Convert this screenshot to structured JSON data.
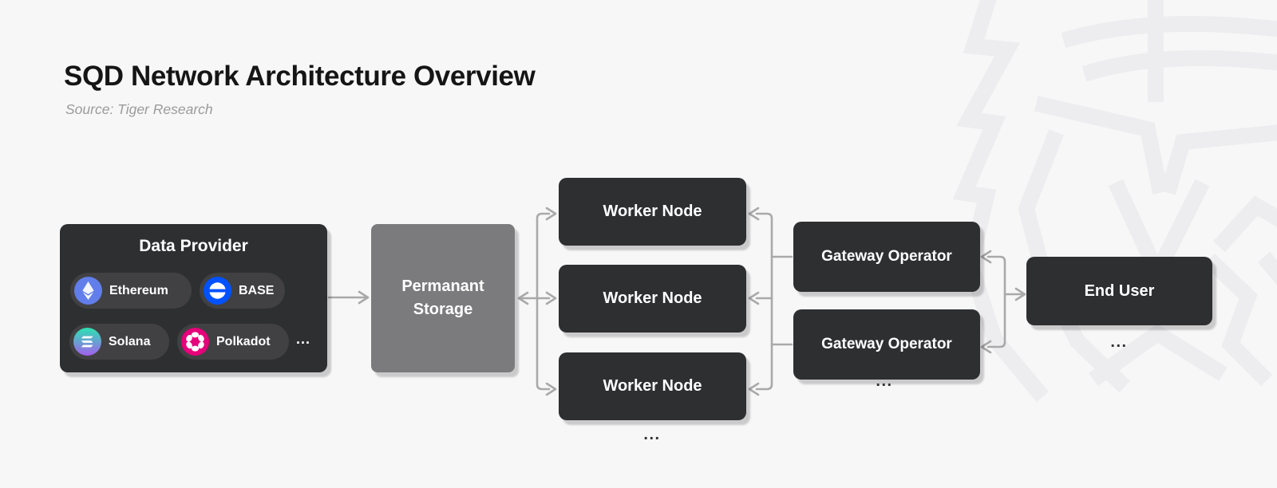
{
  "header": {
    "title": "SQD Network Architecture Overview",
    "source": "Source: Tiger Research"
  },
  "diagram": {
    "data_provider": {
      "title": "Data Provider",
      "chips": [
        {
          "label": "Ethereum",
          "icon": "ethereum-icon",
          "color": "#627EEA"
        },
        {
          "label": "BASE",
          "icon": "base-icon",
          "color": "#0052FF"
        },
        {
          "label": "Solana",
          "icon": "solana-icon",
          "color_top": "#2BE3B2",
          "color_bottom": "#A45FEE"
        },
        {
          "label": "Polkadot",
          "icon": "polkadot-icon",
          "color": "#E6007A"
        }
      ],
      "more_label": "..."
    },
    "storage": {
      "line1": "Permanant",
      "line2": "Storage"
    },
    "worker_nodes": [
      "Worker Node",
      "Worker Node",
      "Worker Node"
    ],
    "worker_more": "...",
    "gateway_operators": [
      "Gateway Operator",
      "Gateway Operator"
    ],
    "gateway_more": "...",
    "end_user": {
      "label": "End User",
      "more": "..."
    }
  },
  "colors": {
    "background": "#F7F7F8",
    "box_dark": "#2E2F31",
    "box_gray": "#7B7B7D",
    "chip_bg": "#414144",
    "arrow": "#A9A9A9",
    "watermark": "#EDEDEF",
    "title_text": "#151515",
    "source_text": "#9B9B9B"
  }
}
